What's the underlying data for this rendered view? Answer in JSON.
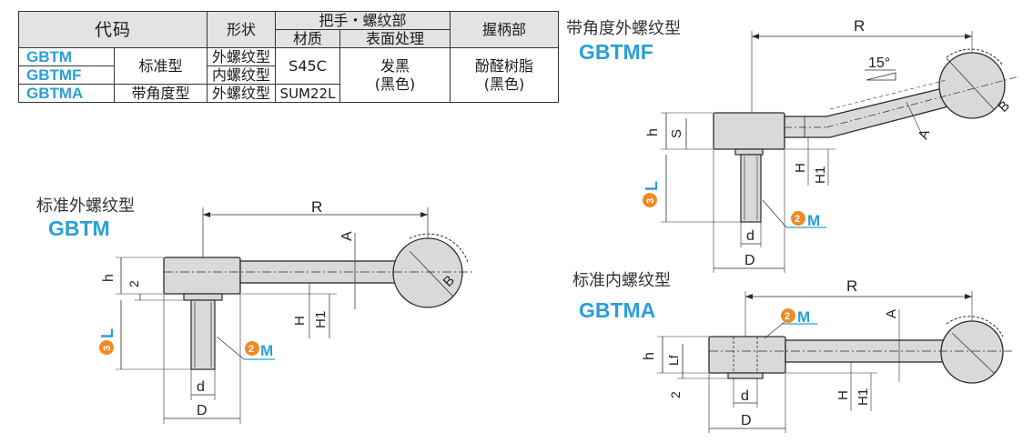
{
  "table": {
    "code_header": "代码",
    "shape_header": "形状",
    "handle_header": "把手・螺纹部",
    "material_header": "材质",
    "surface_header": "表面处理",
    "grip_header": "握柄部",
    "codes": [
      "GBTM",
      "GBTMF",
      "GBTMA"
    ],
    "types": [
      "标准型",
      "带角度型"
    ],
    "shapes": [
      "外螺纹型",
      "内螺纹型",
      "外螺纹型"
    ],
    "materials": [
      "S45C",
      "SUM22L"
    ],
    "surface_line1": "发黑",
    "surface_line2": "(黑色)",
    "grip_line1": "酚醛树脂",
    "grip_line2": "(黑色)"
  },
  "figures": {
    "std_ext": {
      "caption": "标准外螺纹型",
      "model": "GBTM"
    },
    "angle_ext": {
      "caption": "带角度外螺纹型",
      "model": "GBTMF"
    },
    "std_int": {
      "caption": "标准内螺纹型",
      "model": "GBTMA"
    }
  },
  "labels": {
    "R": "R",
    "A": "A",
    "B": "B",
    "h": "h",
    "two": "2",
    "L": "L",
    "H": "H",
    "H1": "H1",
    "d": "d",
    "D": "D",
    "M": "M",
    "S": "S",
    "Lf": "Lf",
    "angle": "15°",
    "circle_2": "2",
    "circle_3": "3"
  },
  "colors": {
    "accent": "#2a9fd6",
    "badge": "#f08a24",
    "fill": "#d9d9d9",
    "line": "#2a2a2a"
  }
}
